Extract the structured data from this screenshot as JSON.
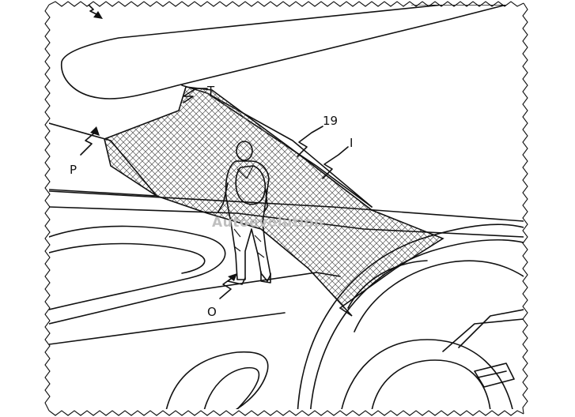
{
  "figure": {
    "labels": {
      "T": "T",
      "ref_19": "19",
      "I": "I",
      "P": "P",
      "O": "O"
    },
    "watermark": "Autoevolution"
  }
}
